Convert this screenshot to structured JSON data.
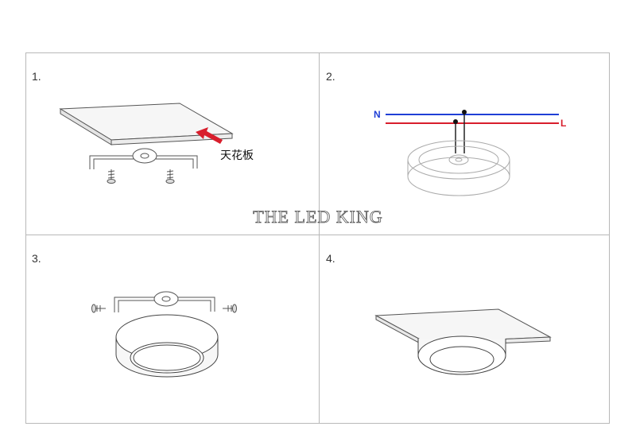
{
  "steps": [
    {
      "number": "1."
    },
    {
      "number": "2."
    },
    {
      "number": "3."
    },
    {
      "number": "4."
    }
  ],
  "ceiling_label": "天花板",
  "wires": {
    "neutral": "N",
    "live": "L"
  },
  "watermark": "THE LED KING",
  "colors": {
    "neutral_wire": "#1f3fd6",
    "live_wire": "#d81e2c",
    "arrow": "#d81e2c",
    "border": "#b8b8b8"
  }
}
